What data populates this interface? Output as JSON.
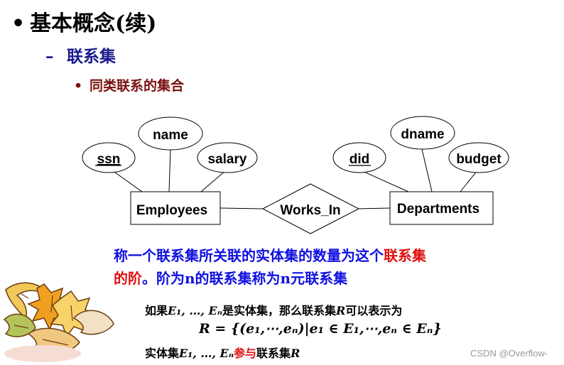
{
  "slide": {
    "title": "基本概念(续)",
    "title_bullet": "•",
    "subtitle_dash": "–",
    "subtitle": "联系集",
    "sub_bullet": "•",
    "subsubtitle": "同类联系的集合"
  },
  "diagram": {
    "entities": [
      "Employees",
      "Departments"
    ],
    "relationship": "Works_In",
    "employee_attributes": {
      "ssn": "ssn",
      "name": "name",
      "salary": "salary"
    },
    "department_attributes": {
      "did": "did",
      "dname": "dname",
      "budget": "budget"
    },
    "key_attributes": [
      "ssn",
      "did"
    ]
  },
  "description": {
    "line1_blue": "称一个联系集所关联的实体集的数量为这个",
    "line1_red": "联系集",
    "line2_red": "的阶",
    "line2_blue": "。阶为n的联系集称为n元联系集"
  },
  "formulas": {
    "f1_pre": "如果",
    "f1_math": "E₁, …, Eₙ",
    "f1_mid": "是实体集，那么联系集",
    "f1_R": "R",
    "f1_post": "可以表示为",
    "f2": "R = {(e₁,⋯,eₙ)|e₁ ∈ E₁,⋯,eₙ ∈ Eₙ}",
    "f3_pre": "实体集",
    "f3_math": "E₁, …, Eₙ",
    "f3_red": "参与",
    "f3_mid": "联系集",
    "f3_R": "R"
  },
  "watermark": "CSDN @Overflow-",
  "colors": {
    "title": "#000000",
    "subtitle": "#1a1a8c",
    "subsubtitle": "#7a1010",
    "blue_text": "#1010e0",
    "red_text": "#e01010"
  },
  "icons": [
    "autumn-leaves-clipart"
  ]
}
